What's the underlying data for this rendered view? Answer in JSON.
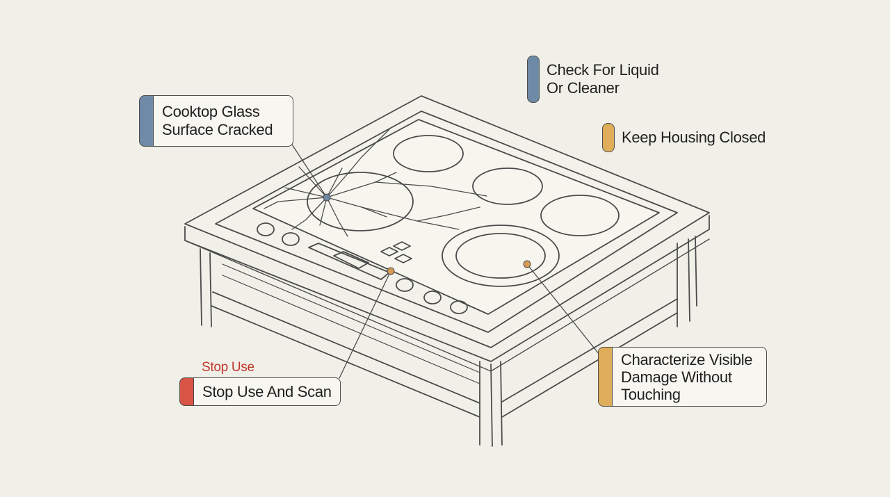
{
  "colors": {
    "blue": "#6f8aa6",
    "amber": "#e0ad5a",
    "red": "#d85445",
    "ink": "#4b4b4b",
    "background": "#f1f0e8"
  },
  "callouts": {
    "glass": {
      "lines": [
        "Cooktop Glass",
        "Surface Cracked"
      ],
      "color": "blue"
    },
    "liquid": {
      "lines": [
        "Check For Liquid",
        "Or Cleaner"
      ],
      "color": "blue"
    },
    "housing": {
      "lines": [
        "Keep Housing Closed"
      ],
      "color": "amber"
    },
    "stop": {
      "tag": "Stop Use",
      "lines": [
        "Stop Use And Scan"
      ],
      "color": "red"
    },
    "damage": {
      "lines": [
        "Characterize Visible",
        "Damage Without",
        "Touching"
      ],
      "color": "amber"
    }
  }
}
